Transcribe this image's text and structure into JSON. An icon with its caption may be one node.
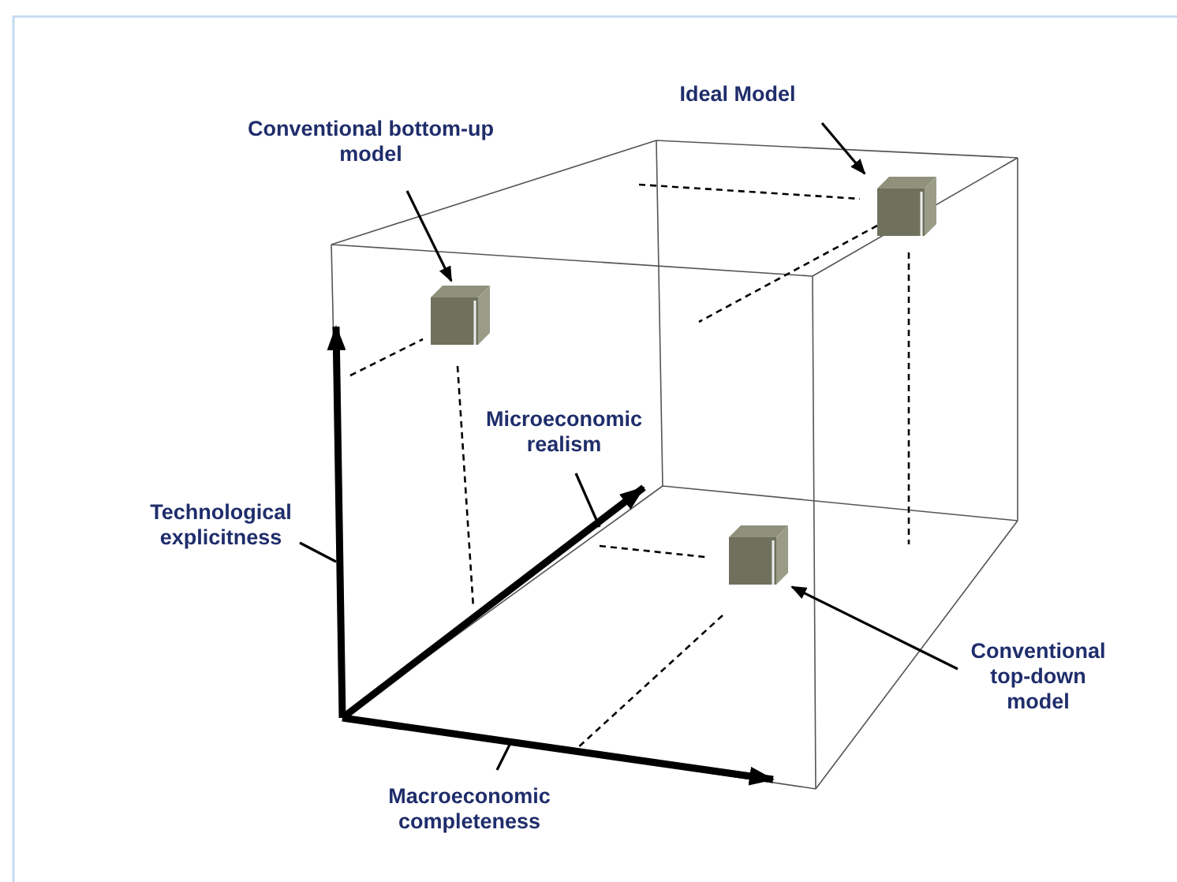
{
  "diagram": {
    "nodes": [
      {
        "text": [
          "Conventional bottom-up model"
        ]
      },
      {
        "text": [
          "Ideal Model"
        ]
      },
      {
        "text": [
          "Microeconomic realism"
        ]
      },
      {
        "text": [
          "Technological explicitness"
        ]
      },
      {
        "text": [
          "Conventional top-down model"
        ]
      },
      {
        "text": [
          "Macroeconomic completeness"
        ]
      },
      {
        "text": [],
        "shape": "cube"
      },
      {
        "text": [],
        "shape": "cube"
      },
      {
        "text": [],
        "shape": "cube"
      },
      {
        "text": [],
        "shape": "arrow"
      },
      {
        "text": [],
        "shape": "arrow"
      },
      {
        "text": [],
        "shape": "arrow"
      }
    ],
    "edges": [
      {
        "from": 0,
        "to": 6,
        "arrow": "to"
      },
      {
        "from": 1,
        "to": 7,
        "arrow": "to"
      },
      {
        "from": 4,
        "to": 8,
        "arrow": "to"
      },
      {
        "from": 2,
        "to": 10,
        "arrow": "none"
      },
      {
        "from": 3,
        "to": 9,
        "arrow": "none"
      },
      {
        "from": 5,
        "to": 11,
        "arrow": "none"
      }
    ]
  }
}
